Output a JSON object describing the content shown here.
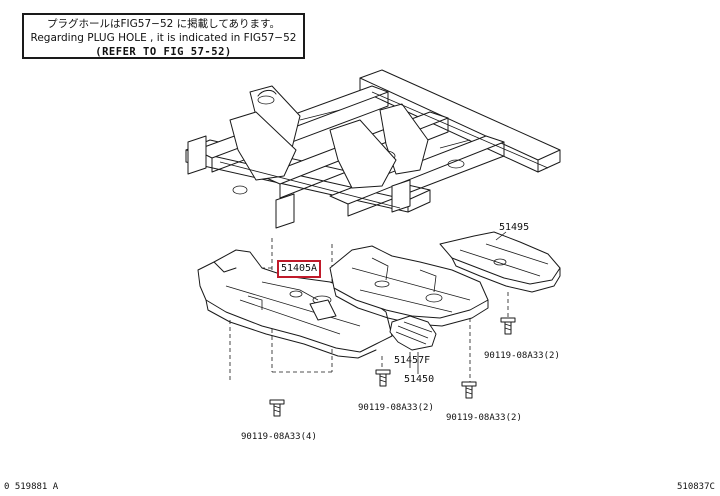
{
  "note": {
    "line1": "プラグホールはFIG57−52 に掲載してあります。",
    "line2": "Regarding PLUG HOLE , it is indicated in FIG57−52",
    "line3": "(REFER TO FIG 57-52)"
  },
  "parts": {
    "p51405a": "51405A",
    "p51495": "51495",
    "p51457f": "51457F",
    "p51450": "51450",
    "bolt_left": "90119-08A33(4)",
    "bolt_mid": "90119-08A33(2)",
    "bolt_right_low": "90119-08A33(2)",
    "bolt_right_high": "90119-08A33(2)"
  },
  "footer": {
    "left_code": "0 519881 A",
    "right_code": "510837C"
  },
  "colors": {
    "highlight": "#c01a2a",
    "line": "#1a1a1a"
  }
}
